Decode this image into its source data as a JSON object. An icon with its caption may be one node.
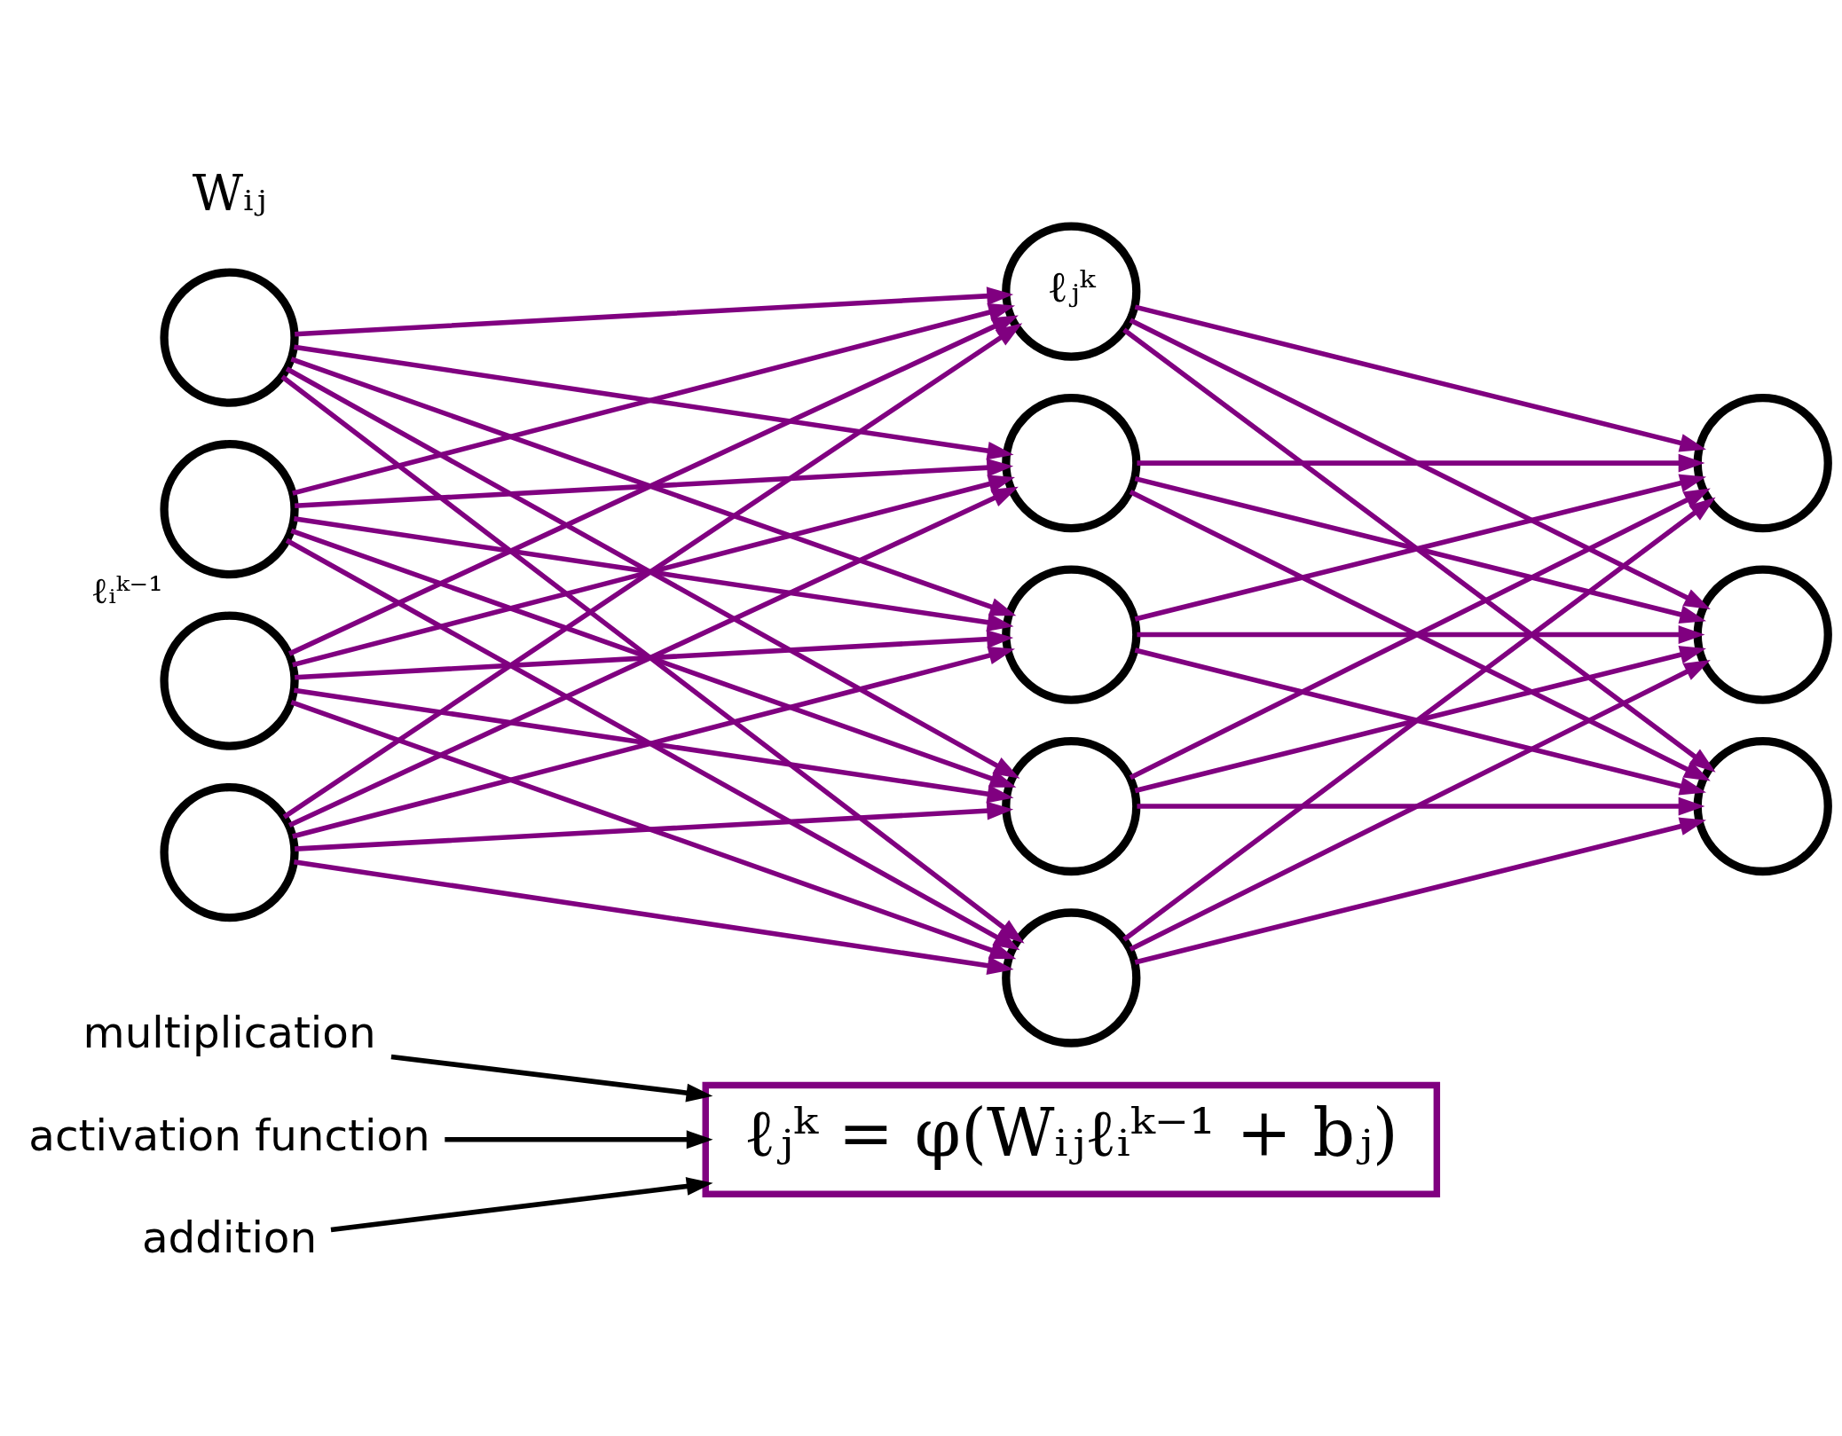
{
  "diagram": {
    "nodes": [
      {
        "text": [
          "ℓⱼᵏ = φ(Wᵢⱼℓᵢᵏ⁻¹ + bⱼ)"
        ]
      },
      {
        "text": [
          "multiplication"
        ]
      },
      {
        "text": [
          "activation function"
        ]
      },
      {
        "text": [
          "addition"
        ]
      },
      {
        "text": [],
        "shape": "circle"
      },
      {
        "text": [],
        "shape": "circle"
      },
      {
        "text": [],
        "shape": "circle"
      },
      {
        "text": [],
        "shape": "circle",
        "beside": [
          "ℓᵢᵏ⁻¹"
        ]
      },
      {
        "text": [],
        "shape": "circle"
      },
      {
        "text": [],
        "shape": "circle"
      },
      {
        "text": [],
        "shape": "circle"
      },
      {
        "text": [],
        "shape": "circle"
      },
      {
        "text": [
          "ℓⱼᵏ"
        ]
      },
      {
        "text": [],
        "shape": "circle"
      },
      {
        "text": [],
        "shape": "circle"
      },
      {
        "text": [],
        "shape": "circle"
      }
    ],
    "edges": [
      {
        "from": 1,
        "to": 0,
        "arrow": "to",
        "color": "#000000"
      },
      {
        "from": 2,
        "to": 0,
        "arrow": "to",
        "color": "#000000"
      },
      {
        "from": 3,
        "to": 0,
        "arrow": "to",
        "color": "#000000"
      },
      {
        "from": 4,
        "to": 8,
        "arrow": "to"
      },
      {
        "from": 4,
        "to": 9,
        "arrow": "to"
      },
      {
        "from": 4,
        "to": 10,
        "arrow": "to"
      },
      {
        "from": 4,
        "to": 11,
        "arrow": "to"
      },
      {
        "from": 4,
        "to": 12,
        "arrow": "to"
      },
      {
        "from": 5,
        "to": 8,
        "arrow": "to"
      },
      {
        "from": 5,
        "to": 9,
        "arrow": "to"
      },
      {
        "from": 5,
        "to": 10,
        "arrow": "to"
      },
      {
        "from": 5,
        "to": 11,
        "arrow": "to"
      },
      {
        "from": 5,
        "to": 12,
        "arrow": "to"
      },
      {
        "from": 6,
        "to": 8,
        "arrow": "to"
      },
      {
        "from": 6,
        "to": 9,
        "arrow": "to"
      },
      {
        "from": 6,
        "to": 10,
        "arrow": "to"
      },
      {
        "from": 6,
        "to": 11,
        "arrow": "to"
      },
      {
        "from": 6,
        "to": 12,
        "arrow": "to"
      },
      {
        "from": 7,
        "to": 8,
        "arrow": "to"
      },
      {
        "from": 7,
        "to": 9,
        "arrow": "to"
      },
      {
        "from": 7,
        "to": 10,
        "arrow": "to"
      },
      {
        "from": 7,
        "to": 11,
        "arrow": "to"
      },
      {
        "from": 7,
        "to": 12,
        "arrow": "to"
      },
      {
        "from": 8,
        "to": 13,
        "arrow": "to"
      },
      {
        "from": 8,
        "to": 14,
        "arrow": "to"
      },
      {
        "from": 8,
        "to": 15,
        "arrow": "to"
      },
      {
        "from": 9,
        "to": 13,
        "arrow": "to"
      },
      {
        "from": 9,
        "to": 14,
        "arrow": "to"
      },
      {
        "from": 9,
        "to": 15,
        "arrow": "to"
      },
      {
        "from": 10,
        "to": 13,
        "arrow": "to"
      },
      {
        "from": 10,
        "to": 14,
        "arrow": "to"
      },
      {
        "from": 10,
        "to": 15,
        "arrow": "to"
      },
      {
        "from": 11,
        "to": 13,
        "arrow": "to"
      },
      {
        "from": 11,
        "to": 14,
        "arrow": "to"
      },
      {
        "from": 11,
        "to": 15,
        "arrow": "to"
      },
      {
        "from": 12,
        "to": 13,
        "arrow": "to"
      },
      {
        "from": 12,
        "to": 14,
        "arrow": "to"
      },
      {
        "from": 12,
        "to": 15,
        "arrow": "to"
      }
    ],
    "labels": [
      "Wᵢⱼ"
    ]
  }
}
